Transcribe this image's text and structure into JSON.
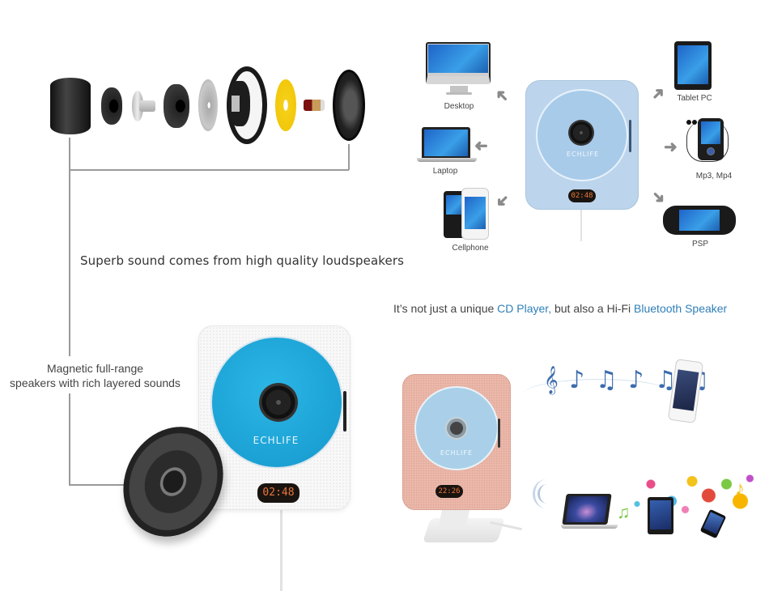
{
  "left_top": {
    "headline": "Superb sound comes from high quality loudspeakers",
    "parts": [
      "outer-cup",
      "ring-magnet-small",
      "pole-piece",
      "ring-magnet",
      "top-plate",
      "basket-frame",
      "spider",
      "voice-coil",
      "cone"
    ]
  },
  "left_bottom": {
    "caption_line1": "Magnetic full-range",
    "caption_line2": "speakers with rich layered sounds",
    "player": {
      "brand": "ECHLIFE",
      "display": "02:48",
      "body_color": "#f6f6f6",
      "disc_color": "#1ba3d6"
    }
  },
  "right_top": {
    "player": {
      "brand": "ECHLIFE",
      "display": "02:48",
      "body_color": "#b9d4ec",
      "disc_color": "#a9cbea"
    },
    "devices": [
      {
        "label": "Desktop"
      },
      {
        "label": "Laptop"
      },
      {
        "label": "Cellphone"
      },
      {
        "label": "Tablet PC"
      },
      {
        "label": "Mp3, Mp4"
      },
      {
        "label": "PSP"
      }
    ]
  },
  "tagline": {
    "prefix": "It’s not just a unique ",
    "highlight1": "CD Player,",
    "middle": " but also a Hi-Fi ",
    "highlight2": "Bluetooth Speaker",
    "highlight_color": "#2f7fb8"
  },
  "right_bottom": {
    "player": {
      "brand": "ECHLIFE",
      "display": "22:26",
      "body_color": "#ebb8aa",
      "disc_color": "#a9d0e8"
    },
    "music_notes": "𝄞 ♪ ♫ ♪ ♫ ♫"
  }
}
